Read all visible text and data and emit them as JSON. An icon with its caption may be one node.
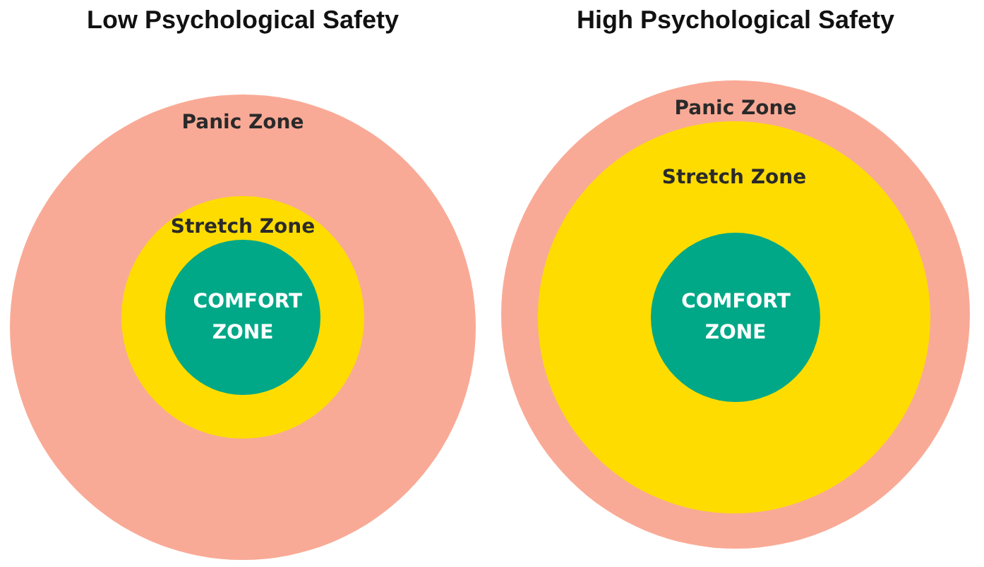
{
  "diagram": {
    "nodes": [
      {
        "text": [
          "Panic Zone"
        ]
      },
      {
        "text": [
          "Stretch Zone"
        ],
        "in": 0
      },
      {
        "text": [
          "COMFORT ZONE"
        ],
        "in": 1
      },
      {
        "text": [
          "Panic Zone"
        ]
      },
      {
        "text": [
          "Stretch Zone"
        ],
        "in": 3
      },
      {
        "text": [
          "COMFORT ZONE"
        ],
        "in": 4
      }
    ],
    "labels": [
      "Low Psychological Safety",
      "High Psychological Safety"
    ]
  }
}
